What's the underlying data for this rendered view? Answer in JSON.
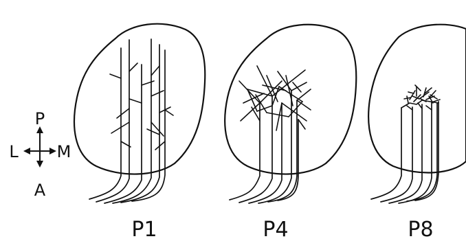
{
  "orientation": {
    "posterior": "P",
    "anterior": "A",
    "lateral": "L",
    "medial": "M"
  },
  "panels": [
    {
      "label": "P1",
      "pattern": "sparse-interstitial-branches"
    },
    {
      "label": "P4",
      "pattern": "broad-overlapping-arbors"
    },
    {
      "label": "P8",
      "pattern": "focal-dense-termination-zone"
    }
  ],
  "colors": {
    "ink": "#111111",
    "background": "#ffffff"
  }
}
